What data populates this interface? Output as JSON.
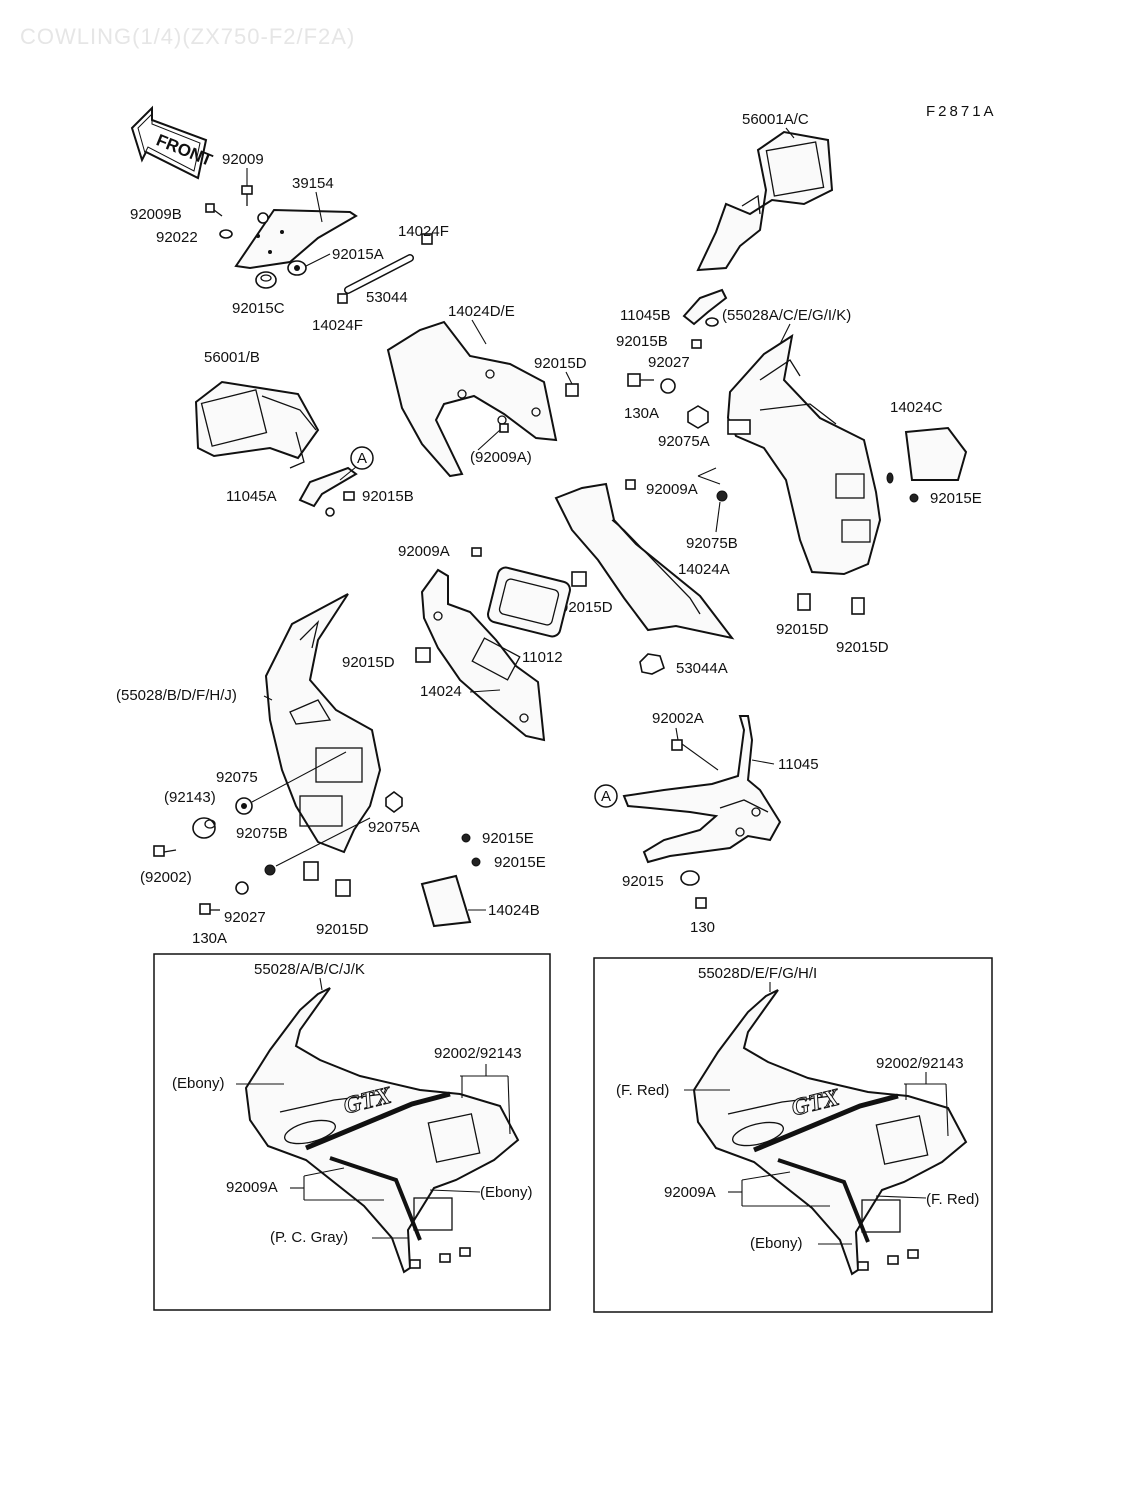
{
  "header": {
    "title": "COWLING(1/4)(ZX750-F2/F2A)",
    "figure_code": "F2871A"
  },
  "front_arrow": {
    "label": "FRONT"
  },
  "callout_A": "A",
  "labels": {
    "p56001AC": "56001A/C",
    "p92009_top": "92009",
    "p39154": "39154",
    "p92009B": "92009B",
    "p92022": "92022",
    "p14024F_top": "14024F",
    "p92015A": "92015A",
    "p53044": "53044",
    "p92015C": "92015C",
    "p14024F_bot": "14024F",
    "p14024DE": "14024D/E",
    "p92015D_1": "92015D",
    "p92009A_paren": "(92009A)",
    "p56001B": "56001/B",
    "p11045A": "11045A",
    "p92015B_left": "92015B",
    "p11045B": "11045B",
    "p55028ACEGIK": "(55028A/C/E/G/I/K)",
    "p92015B_right": "92015B",
    "p92027_top": "92027",
    "p130A_top": "130A",
    "p92075A_top": "92075A",
    "p14024C": "14024C",
    "p92015E_right": "92015E",
    "p92009A_mid": "92009A",
    "p92075B_mid": "92075B",
    "p92009A_left": "92009A",
    "p14024A": "14024A",
    "p92015D_2": "92015D",
    "p92015D_3": "92015D",
    "p92015D_4": "92015D",
    "p92015D_5": "92015D",
    "p11012": "11012",
    "p53044A": "53044A",
    "p14024": "14024",
    "p55028BDFHJ": "(55028/B/D/F/H/J)",
    "p92075": "92075",
    "p92143_paren": "(92143)",
    "p92075B": "92075B",
    "p92075A_bot": "92075A",
    "p92002_paren": "(92002)",
    "p92027_bot": "92027",
    "p130A_bot": "130A",
    "p92015D_6": "92015D",
    "p92015E_1": "92015E",
    "p92015E_2": "92015E",
    "p14024B": "14024B",
    "p92002A": "92002A",
    "p11045": "11045",
    "p92015": "92015",
    "p130": "130"
  },
  "inset_left": {
    "title": "55028/A/B/C/J/K",
    "hw": "92002/92143",
    "c1": "(Ebony)",
    "c2": "(Ebony)",
    "c3": "(P. C. Gray)",
    "part": "92009A",
    "logo": "GTX"
  },
  "inset_right": {
    "title": "55028D/E/F/G/H/I",
    "hw": "92002/92143",
    "c1": "(F. Red)",
    "c2": "(F. Red)",
    "c3": "(Ebony)",
    "part": "92009A",
    "logo": "GTX"
  }
}
